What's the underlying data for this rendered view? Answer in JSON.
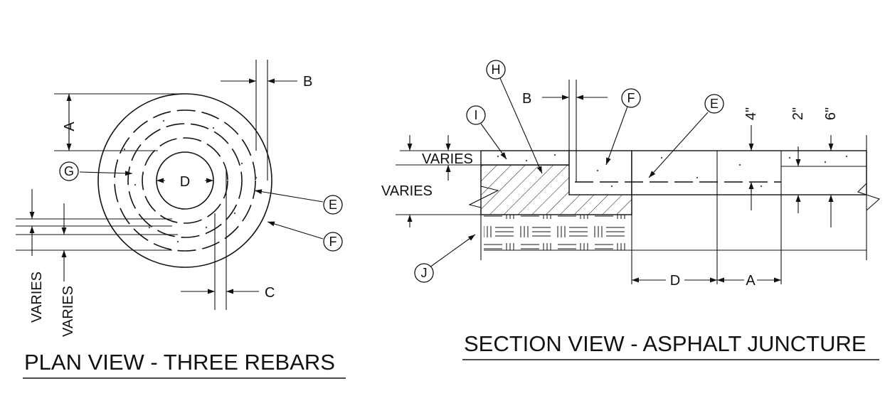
{
  "plan_view": {
    "title": "PLAN VIEW - THREE REBARS",
    "dims": {
      "a": "A",
      "b": "B",
      "c": "C",
      "d": "D",
      "varies_1": "VARIES",
      "varies_2": "VARIES"
    },
    "callouts": {
      "g": "G",
      "e": "E",
      "f": "F"
    }
  },
  "section_view": {
    "title": "SECTION VIEW - ASPHALT JUNCTURE",
    "dims": {
      "b": "B",
      "d": "D",
      "a": "A",
      "varies_top": "VARIES",
      "varies_left": "VARIES",
      "four_in": "4\"",
      "two_in": "2\"",
      "six_in": "6\""
    },
    "callouts": {
      "h": "H",
      "i": "I",
      "f": "F",
      "e": "E",
      "j": "J"
    }
  },
  "colors": {
    "ink": "#111111",
    "paper": "#ffffff"
  }
}
